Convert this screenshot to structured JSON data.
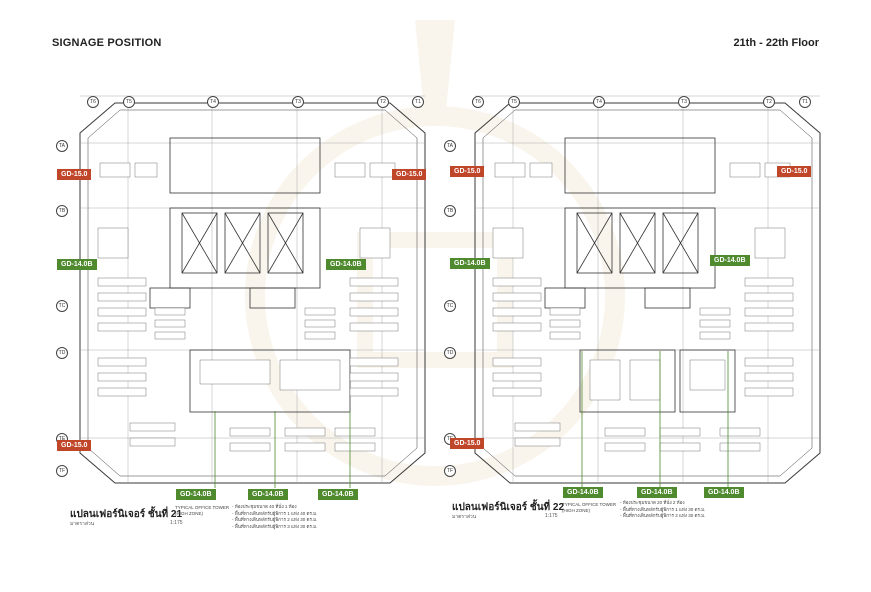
{
  "header": {
    "title": "SIGNAGE POSITION",
    "floor_range": "21th - 22th Floor"
  },
  "plans": [
    {
      "id": "floor21",
      "title": "แปลนเฟอร์นิเจอร์ ชั้นที่ 21",
      "subtitle": "มาตราส่วน",
      "scale": "1:175",
      "tower": "TYPICAL OFFICE TOWER",
      "zone": "(HIGH ZONE)",
      "notes": [
        "- ห้องประชุมขนาด 40 ที่นั่ง 1 ห้อง",
        "- พื้นที่ทางเดินหลักรับผู้พิการ 1 แห่ง  40 ตร.ม.",
        "- พื้นที่ทางเดินหลักรับผู้พิการ 2 แห่ง  30 ตร.ม.",
        "- พื้นที่ทางเดินหลักรับผู้พิการ 3 แห่ง  30 ตร.ม."
      ],
      "grid_top": [
        "T6",
        "T5",
        "T4",
        "T3",
        "T2",
        "T1"
      ],
      "grid_side": [
        "TA",
        "TB",
        "TC",
        "TD",
        "TE",
        "TF"
      ],
      "signs": [
        {
          "label": "GD-15.0",
          "type": "gd15"
        },
        {
          "label": "GD-15.0",
          "type": "gd15"
        },
        {
          "label": "GD-14.0B",
          "type": "gd14"
        },
        {
          "label": "GD-14.0B",
          "type": "gd14"
        },
        {
          "label": "GD-15.0",
          "type": "gd15"
        },
        {
          "label": "GD-14.0B",
          "type": "gd14"
        },
        {
          "label": "GD-14.0B",
          "type": "gd14"
        },
        {
          "label": "GD-14.0B",
          "type": "gd14"
        }
      ]
    },
    {
      "id": "floor22",
      "title": "แปลนเฟอร์นิเจอร์ ชั้นที่ 22",
      "subtitle": "มาตราส่วน",
      "scale": "1:175",
      "tower": "TYPICAL OFFICE TOWER",
      "zone": "(HIGH ZONE)",
      "notes": [
        "- ห้องประชุมขนาด 20 ที่นั่ง 2 ห้อง",
        "- พื้นที่ทางเดินหลักรับผู้พิการ 1 แห่ง  30 ตร.ม.",
        "- พื้นที่ทางเดินหลักรับผู้พิการ 2 แห่ง  30 ตร.ม."
      ],
      "grid_top": [
        "T6",
        "T5",
        "T4",
        "T3",
        "T2",
        "T1"
      ],
      "grid_side": [
        "TA",
        "TB",
        "TC",
        "TD",
        "TE",
        "TF"
      ],
      "signs": [
        {
          "label": "GD-15.0",
          "type": "gd15"
        },
        {
          "label": "GD-15.0",
          "type": "gd15"
        },
        {
          "label": "GD-14.0B",
          "type": "gd14"
        },
        {
          "label": "GD-14.0B",
          "type": "gd14"
        },
        {
          "label": "GD-15.0",
          "type": "gd15"
        },
        {
          "label": "GD-14.0B",
          "type": "gd14"
        },
        {
          "label": "GD-14.0B",
          "type": "gd14"
        },
        {
          "label": "GD-14.0B",
          "type": "gd14"
        }
      ]
    }
  ],
  "colors": {
    "gd15": "#c0462a",
    "gd14": "#4f8a2f",
    "linework": "#3a3a3a",
    "watermark": "#c8a350"
  }
}
